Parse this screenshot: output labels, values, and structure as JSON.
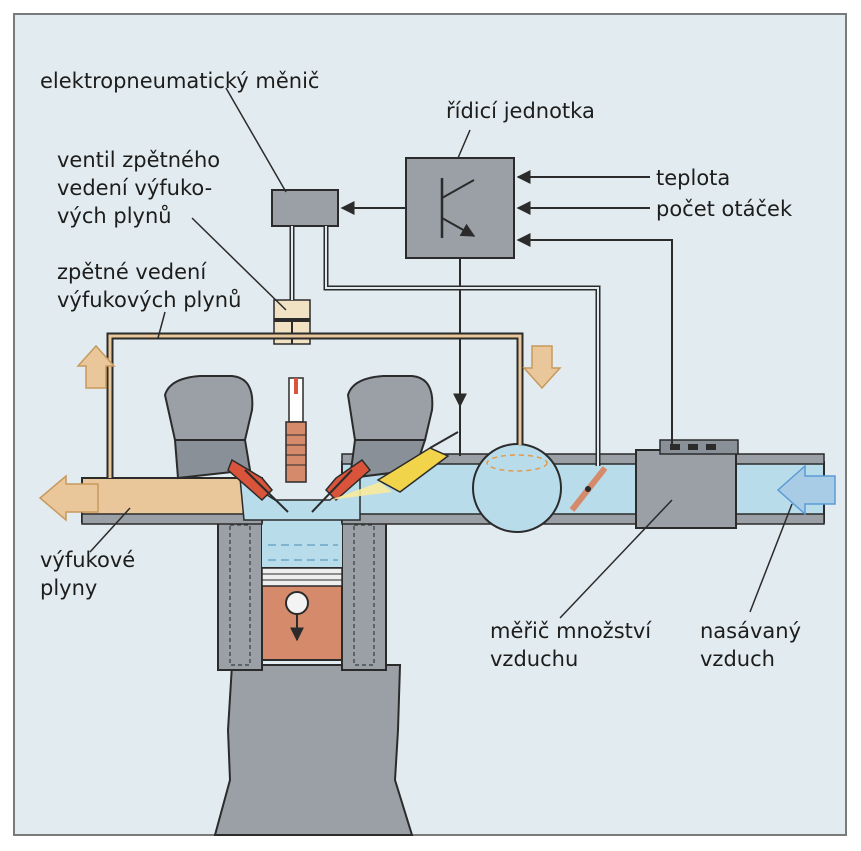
{
  "labels": {
    "converter": "elektropneumatický měnič",
    "control_unit": "řídicí jednotka",
    "egr_valve": [
      "ventil zpětného",
      "vedení výfuko-",
      "vých plynů"
    ],
    "egr_line": [
      "zpětné vedení",
      "výfukových plynů"
    ],
    "temperature": "teplota",
    "rpm": "počet otáček",
    "exhaust": [
      "výfukové",
      "plyny"
    ],
    "airflow_meter": [
      "měřič množství",
      "vzduchu"
    ],
    "intake_air": [
      "nasávaný",
      "vzduch"
    ]
  },
  "colors": {
    "background": "#e2ebf0",
    "component_grey": "#9aa0a6",
    "exhaust_gas": "#e9c79a",
    "intake_air": "#a9cce6",
    "piston": "#d48a6b",
    "egr_pipe": "#c79a5c",
    "arrow_blue": "#5b9bd5",
    "arrow_orange": "#d9a25c",
    "line": "#2b2b2b"
  }
}
